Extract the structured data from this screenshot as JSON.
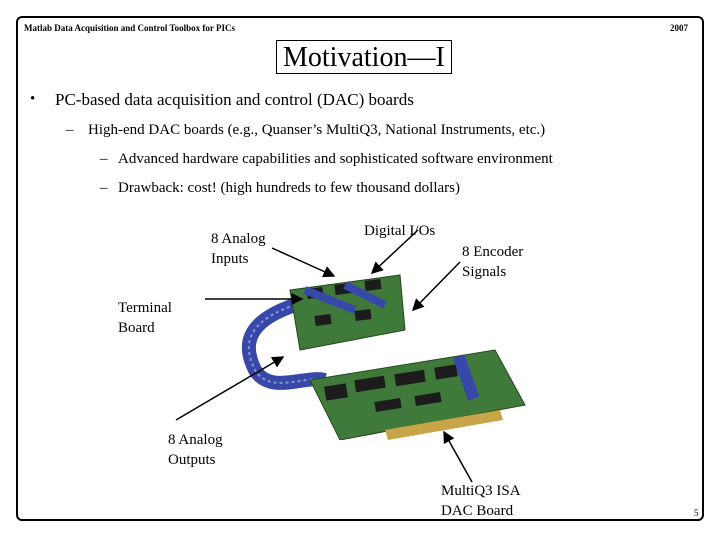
{
  "header": {
    "left_text": "Matlab Data Acquisition and Control Toolbox for PICs",
    "right_text": "2007"
  },
  "title": "Motivation—I",
  "bullets": {
    "level1": "PC-based data acquisition and control (DAC) boards",
    "level2": "High-end DAC boards (e.g., Quanser’s MultiQ3, National Instruments, etc.)",
    "level3_a": "Advanced hardware capabilities and sophisticated software environment",
    "level3_b": "Drawback: cost! (high hundreds to few thousand dollars)"
  },
  "labels": {
    "analog_inputs_1": "8 Analog",
    "analog_inputs_2": "Inputs",
    "digital_ios": "Digital I/Os",
    "encoder_1": "8 Encoder",
    "encoder_2": "Signals",
    "terminal_1": "Terminal",
    "terminal_2": "Board",
    "analog_outputs_1": "8 Analog",
    "analog_outputs_2": "Outputs",
    "multiq3_1": "MultiQ3 ISA",
    "multiq3_2": "DAC Board"
  },
  "page_number": "5",
  "colors": {
    "pcb_green": "#3f7a3a",
    "ribbon_blue": "#3848a8",
    "gold_contacts": "#c8a548"
  }
}
